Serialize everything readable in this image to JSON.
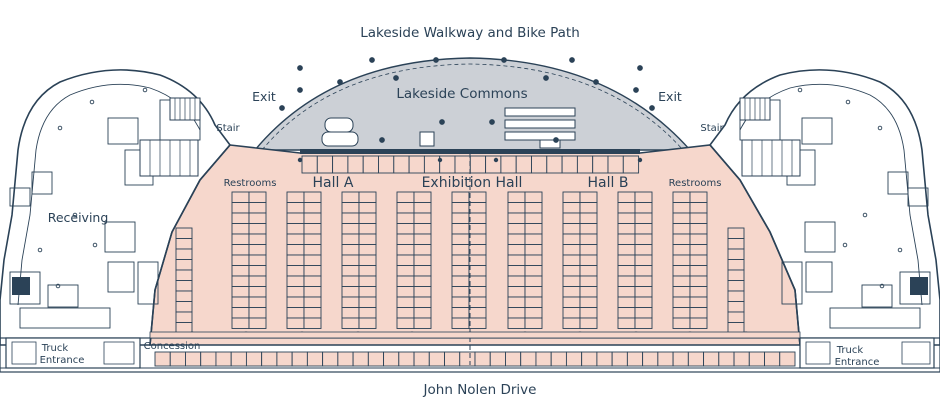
{
  "labels": {
    "top_road": "Lakeside Walkway and Bike Path",
    "commons": "Lakeside Commons",
    "exit_left": "Exit",
    "exit_right": "Exit",
    "stair_left": "Stair",
    "stair_right": "Stair",
    "restrooms_left": "Restrooms",
    "restrooms_right": "Restrooms",
    "hall_a": "Hall A",
    "exhibition_hall": "Exhibition Hall",
    "hall_b": "Hall B",
    "receiving": "Receiving",
    "concession": "Concession",
    "truck_left_line1": "Truck",
    "truck_left_line2": "Entrance",
    "truck_right_line1": "Truck",
    "truck_right_line2": "Entrance",
    "bottom_road": "John Nolen Drive"
  },
  "colors": {
    "hall_fill": "#f6d7cc",
    "commons_fill": "#ccd0d6",
    "line": "#2b4257",
    "background": "#ffffff"
  },
  "booths": {
    "top_row_count": 22,
    "bottom_row_count": 42,
    "left_end_rows": 10,
    "double_column_rows": 13,
    "right_end_rows": 10
  }
}
